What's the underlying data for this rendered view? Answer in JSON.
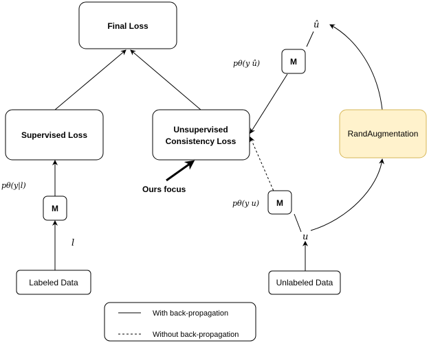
{
  "nodes": {
    "final_loss": "Final Loss",
    "supervised_loss": "Supervised Loss",
    "unsup_line1": "Unsupervised",
    "unsup_line2": "Consistency Loss",
    "model": "M",
    "rand_aug": "RandAugmentation",
    "labeled_data": "Labeled Data",
    "unlabeled_data": "Unlabeled Data"
  },
  "math_labels": {
    "p_l": "pθ(y|l)",
    "p_uhat": "pθ(y û)",
    "p_u": "pθ(y u)",
    "l": "l",
    "u": "u",
    "u_hat": "û"
  },
  "annotation": "Ours focus",
  "legend": {
    "solid": "With back-propagation",
    "dashed": "Without back-propagation"
  },
  "colors": {
    "accent_fill": "#fff2cc",
    "accent_stroke": "#d6b656"
  }
}
